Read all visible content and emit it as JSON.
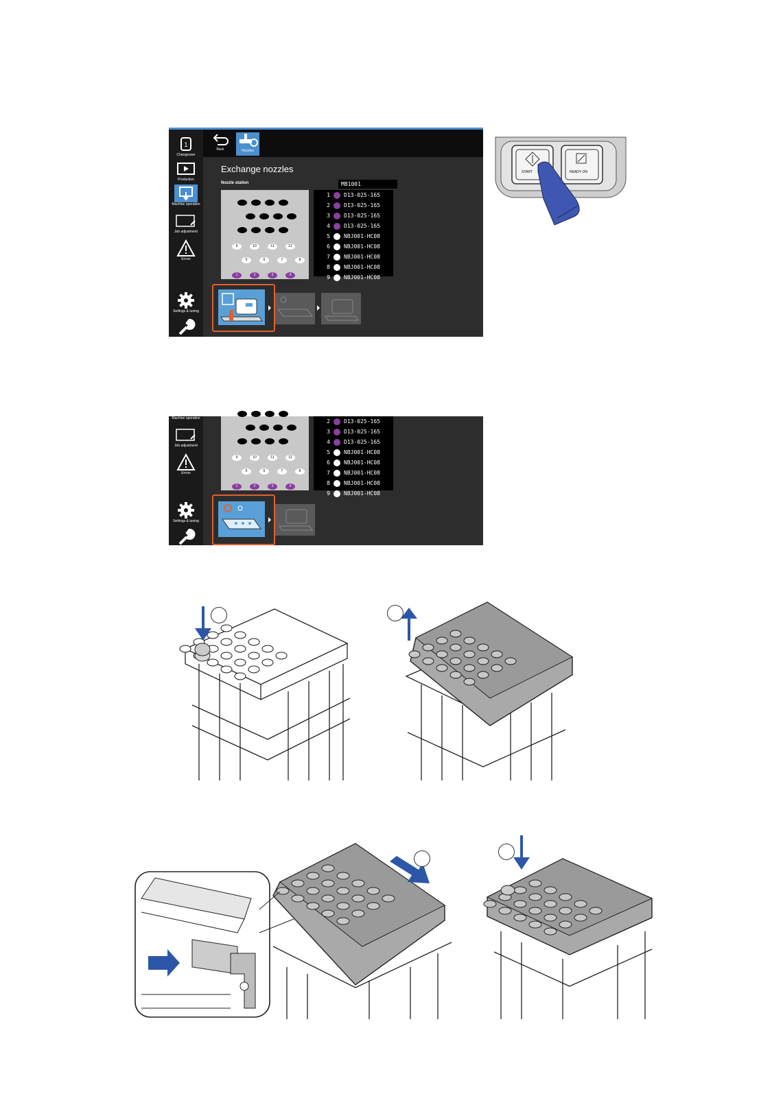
{
  "screen": {
    "sidebar": [
      {
        "label": "Changeover",
        "icon": "changeover-icon"
      },
      {
        "label": "Production",
        "icon": "play-icon"
      },
      {
        "label": "Machine operation",
        "icon": "machine-operation-icon"
      },
      {
        "label": "Job adjustment",
        "icon": "job-adjustment-icon"
      },
      {
        "label": "Errors",
        "icon": "warning-icon"
      },
      {
        "label": "Settings & tuning",
        "icon": "gear-icon"
      }
    ],
    "topbar": {
      "back_label": "Back",
      "nozzles_label": "Nozzles"
    },
    "title": "Exchange nozzles",
    "station_label": "Nozzle station",
    "station_id": "MB1001",
    "slot_labels": [
      "9",
      "10",
      "11",
      "12",
      "5",
      "6",
      "7",
      "8",
      "1",
      "2",
      "3",
      "4"
    ],
    "nozzles": [
      {
        "num": "1",
        "name": "D13-025-165",
        "color": "#8a3fa0"
      },
      {
        "num": "2",
        "name": "D13-025-165",
        "color": "#8a3fa0"
      },
      {
        "num": "3",
        "name": "D13-025-165",
        "color": "#8a3fa0"
      },
      {
        "num": "4",
        "name": "D13-025-165",
        "color": "#8a3fa0"
      },
      {
        "num": "5",
        "name": "NBJ001-HC08",
        "color": "#ffffff"
      },
      {
        "num": "6",
        "name": "NBJ001-HC08",
        "color": "#ffffff"
      },
      {
        "num": "7",
        "name": "NBJ001-HC08",
        "color": "#ffffff"
      },
      {
        "num": "8",
        "name": "NBJ001-HC08",
        "color": "#ffffff"
      },
      {
        "num": "9",
        "name": "NBJ001-HC08",
        "color": "#ffffff"
      }
    ],
    "accent": "#4a8fd0",
    "highlight": "#e06030"
  },
  "panel": {
    "start_label": "START",
    "ready_label": "READY ON"
  }
}
